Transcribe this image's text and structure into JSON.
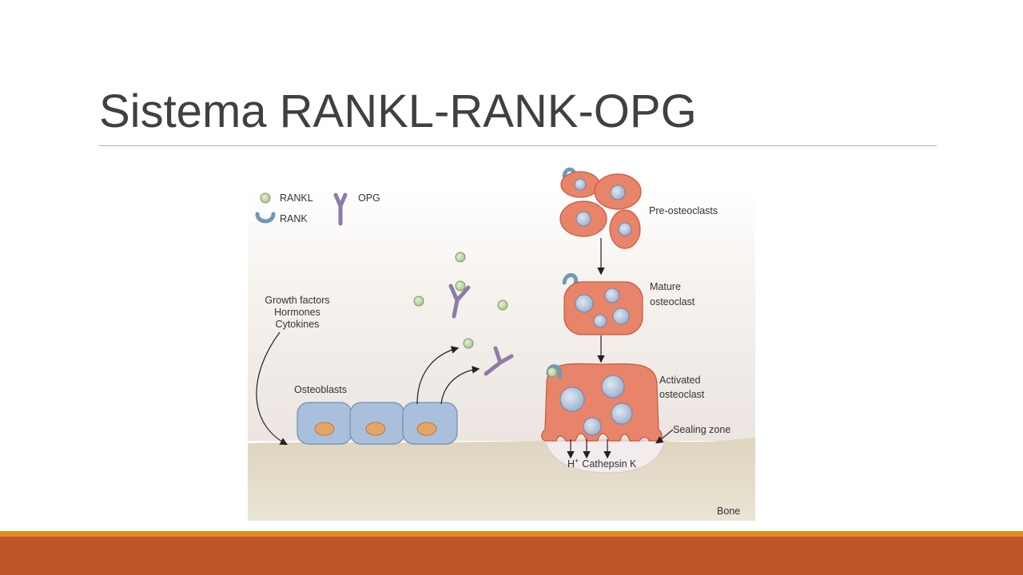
{
  "slide": {
    "title": "Sistema RANKL-RANK-OPG"
  },
  "diagram": {
    "legend": {
      "rankl": "RANKL",
      "rank": "RANK",
      "opg": "OPG"
    },
    "labels": {
      "growth_factors": "Growth factors",
      "hormones": "Hormones",
      "cytokines": "Cytokines",
      "osteoblasts": "Osteoblasts",
      "pre_osteoclasts": "Pre-osteoclasts",
      "mature_line1": "Mature",
      "mature_line2": "osteoclast",
      "activated_line1": "Activated",
      "activated_line2": "osteoclast",
      "sealing_zone": "Sealing zone",
      "h_plus": "H",
      "h_plus_sup": "+",
      "cathepsin": "Cathepsin K",
      "bone": "Bone"
    }
  },
  "colors": {
    "accent_orange": "#e38b1e",
    "footer_rust": "#bd5526",
    "title_gray": "#404040",
    "osteoclast_fill": "#e8846a",
    "osteoblast_fill": "#a9bfdc",
    "rankl_green": "#c6dba8",
    "opg_purple": "#8d7ca8",
    "rank_blue": "#6e9ab5",
    "bone_tan": "#e2dac6"
  }
}
